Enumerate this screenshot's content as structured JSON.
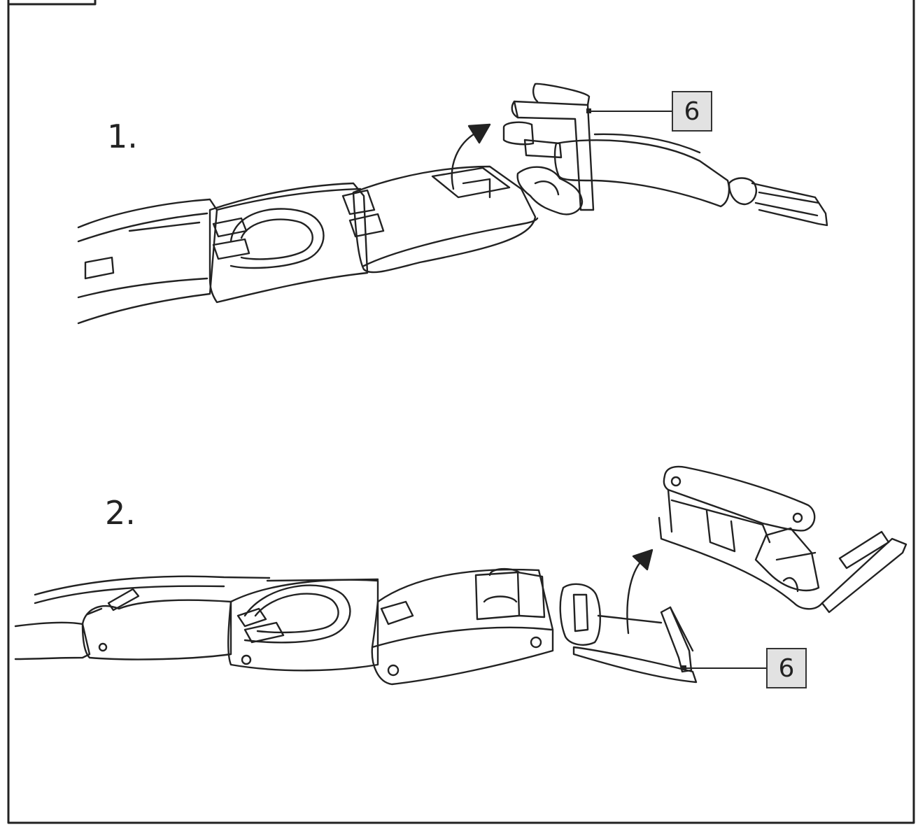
{
  "steps": [
    {
      "number": "1."
    },
    {
      "number": "2."
    }
  ],
  "callouts": [
    {
      "label": "6"
    },
    {
      "label": "6"
    }
  ],
  "colors": {
    "line": "#222222",
    "callout_fill": "#e2e2e2"
  }
}
